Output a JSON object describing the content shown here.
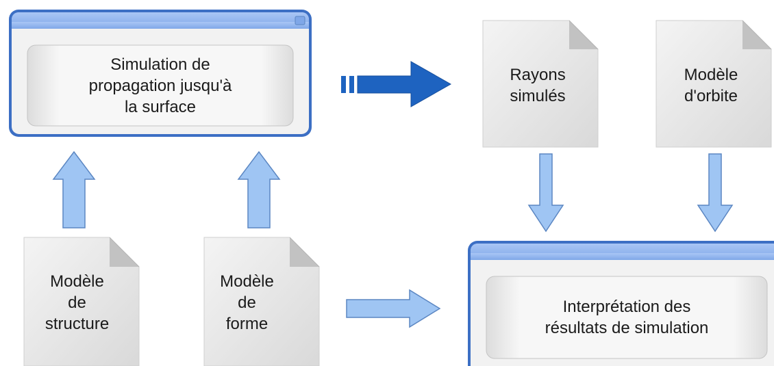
{
  "process_boxes": {
    "simulation": {
      "line1": "Simulation de",
      "line2": "propagation jusqu'à",
      "line3": "la surface"
    },
    "interpretation": {
      "line1": "Interprétation des",
      "line2": "résultats de simulation"
    }
  },
  "documents": {
    "rayons": {
      "line1": "Rayons",
      "line2": "simulés"
    },
    "orbite": {
      "line1": "Modèle",
      "line2": "d'orbite"
    },
    "structure": {
      "line1": "Modèle",
      "line2": "de",
      "line3": "structure"
    },
    "forme": {
      "line1": "Modèle",
      "line2": "de",
      "line3": "forme"
    }
  },
  "colors": {
    "window_frame": "#3c6fc4",
    "window_titlebar": "#8fb4ef",
    "window_body": "#f2f2f2",
    "document_fill": "#e6e6e6",
    "arrow_light": "#9fc5f3",
    "arrow_light_stroke": "#5b86c2",
    "arrow_dark": "#1e63c0"
  }
}
